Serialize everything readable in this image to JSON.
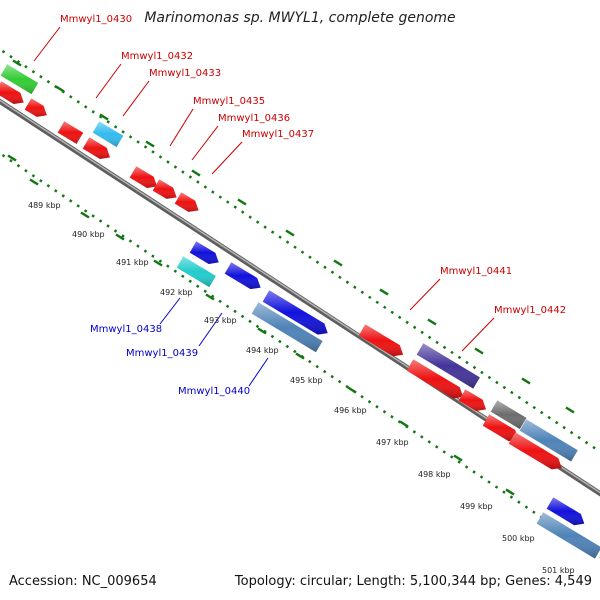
{
  "title": "Marinomonas sp. MWYL1, complete genome",
  "footer": {
    "accession": "Accession: NC_009654",
    "topology": "Topology: circular; Length: 5,100,344 bp; Genes: 4,549"
  },
  "kbp_labels": [
    "489 kbp",
    "490 kbp",
    "491 kbp",
    "492 kbp",
    "493 kbp",
    "494 kbp",
    "495 kbp",
    "496 kbp",
    "497 kbp",
    "498 kbp",
    "499 kbp",
    "500 kbp",
    "501 kbp"
  ],
  "gene_labels_red": [
    "Mmwyl1_0430",
    "Mmwyl1_0432",
    "Mmwyl1_0433",
    "Mmwyl1_0435",
    "Mmwyl1_0436",
    "Mmwyl1_0437",
    "Mmwyl1_0441",
    "Mmwyl1_0442"
  ],
  "gene_labels_blue": [
    "Mmwyl1_0438",
    "Mmwyl1_0439",
    "Mmwyl1_0440"
  ],
  "colors": {
    "forward_red": "#ee1111",
    "reverse_blue": "#1111dd",
    "steel_blue": "#4f83b8",
    "green": "#33cc33",
    "sky_blue": "#33bbee",
    "cyan": "#22cccc",
    "purple": "#443399",
    "gray": "#6d6d6d",
    "backbone": "#8a8a8a",
    "dots": "#117711",
    "label_red": "#cc0000",
    "label_blue": "#0000cc"
  }
}
